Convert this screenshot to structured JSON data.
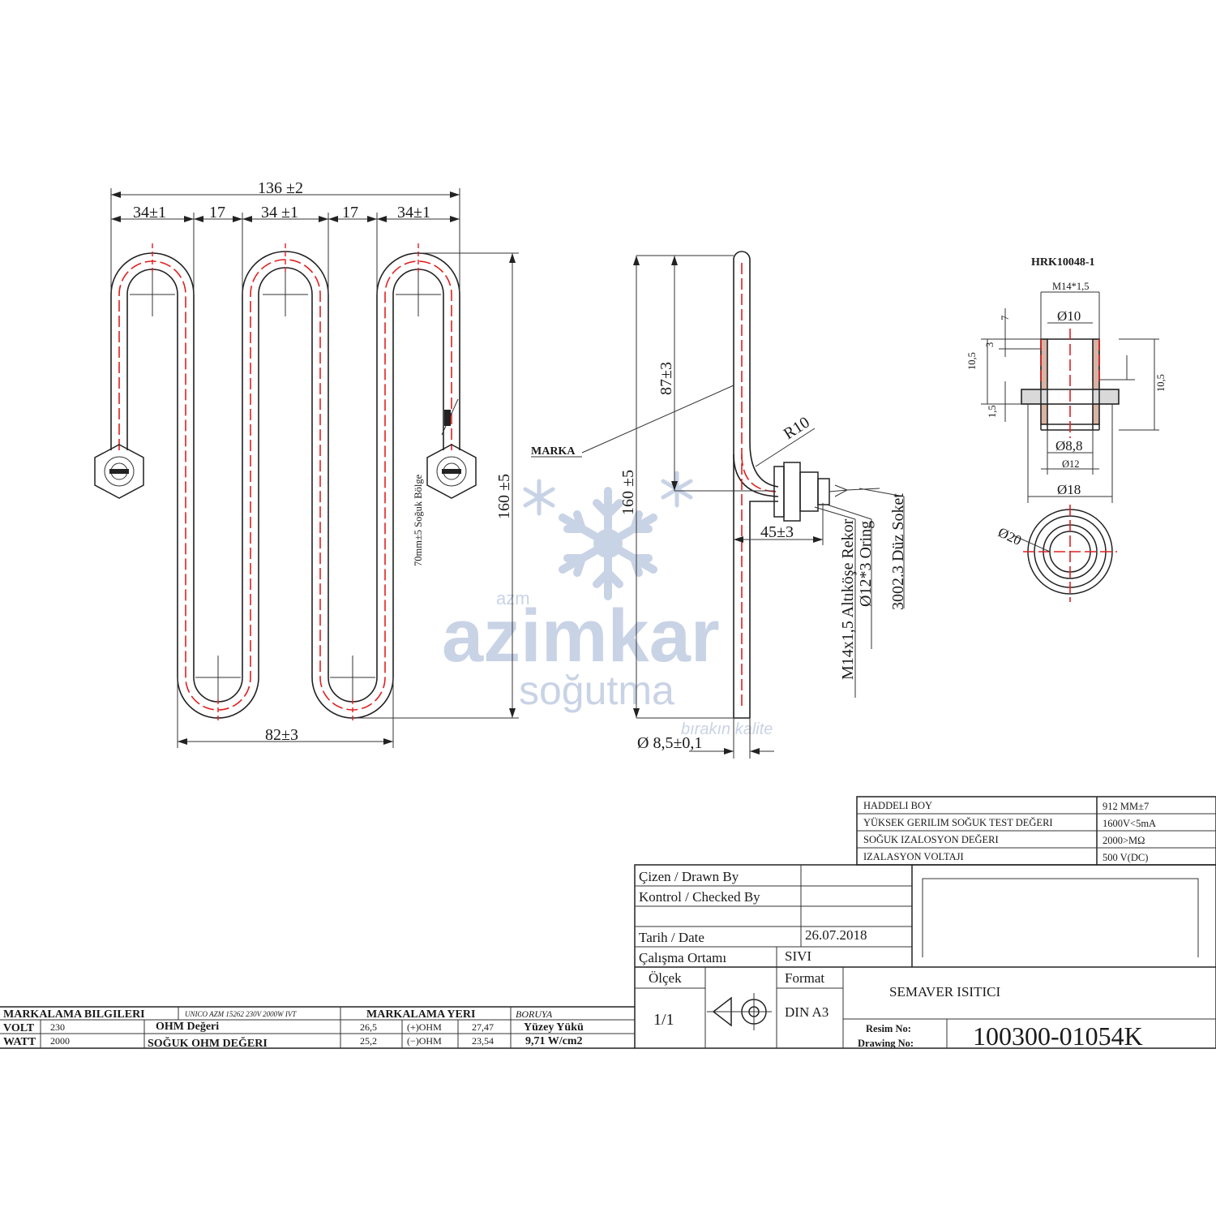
{
  "front_view": {
    "overall_width": "136 ±2",
    "seg_a": "34±1",
    "seg_b": "17",
    "seg_c": "34 ±1",
    "seg_d": "17",
    "seg_e": "34±1",
    "height": "160 ±5",
    "bottom_width": "82±3",
    "cold_zone": "70mm±5 Soğuk Bölge"
  },
  "side_view": {
    "marka": "MARKA",
    "height": "160 ±5",
    "upper": "87±3",
    "radius": "R10",
    "offset": "45±3",
    "diameter": "Ø 8,5±0,1",
    "rekor": "M14x1,5 Altıköşe Rekor",
    "oring": "Ø12*3 Oring",
    "soket": "3002.3 Düz Soket"
  },
  "fitting": {
    "part": "HRK10048-1",
    "thread": "M14*1,5",
    "d10": "Ø10",
    "d88": "Ø8,8",
    "d12": "Ø12",
    "d18": "Ø18",
    "d20": "Ø20",
    "h105": "10,5",
    "h3": "3",
    "h15": "1,5",
    "h7": "7",
    "h10": "10,5"
  },
  "watermark": {
    "small": "azm",
    "brand": "azimkar",
    "sub": "soğutma",
    "slogan": "bırakın kalite"
  },
  "spec_table": {
    "rows": [
      {
        "label": "HADDELI BOY",
        "value": "912 MM±7"
      },
      {
        "label": "YÜKSEK GERILIM SOĞUK TEST DEĞERI",
        "value": "1600V<5mA"
      },
      {
        "label": "SOĞUK IZALOSYON DEĞERI",
        "value": "2000>MΩ"
      },
      {
        "label": "IZALASYON VOLTAJI",
        "value": "500 V(DC)"
      }
    ]
  },
  "title_block": {
    "drawn_by": "Çizen / Drawn By",
    "checked_by": "Kontrol / Checked By",
    "date_label": "Tarih / Date",
    "date_value": "26.07.2018",
    "env_label": "Çalışma Ortamı",
    "env_value": "SIVI",
    "scale_label": "Ölçek",
    "scale_value": "1/1",
    "format_label": "Format",
    "format_value": "DIN A3",
    "title": "SEMAVER ISITICI",
    "drawing_no_label1": "Resim No:",
    "drawing_no_label2": "Drawing  No:",
    "drawing_no": "100300-01054K"
  },
  "marking_table": {
    "h1": "MARKALAMA BILGILERI",
    "h2": "UNICO AZM 15262 230V 2000W IVT",
    "h3": "MARKALAMA YERI",
    "h4": "BORUYA",
    "volt_label": "VOLT",
    "volt_value": "230",
    "watt_label": "WATT",
    "watt_value": "2000",
    "ohm_label": "OHM Değeri",
    "ohm_value": "26,5",
    "cold_ohm_label": "SOĞUK OHM DEĞERI",
    "cold_ohm_value": "25,2",
    "plus_ohm_label": "(+)OHM",
    "plus_ohm_value": "27,47",
    "minus_ohm_label": "(−)OHM",
    "minus_ohm_value": "23,54",
    "load_label": "Yüzey Yükü",
    "load_value": "9,71 W/cm2"
  }
}
